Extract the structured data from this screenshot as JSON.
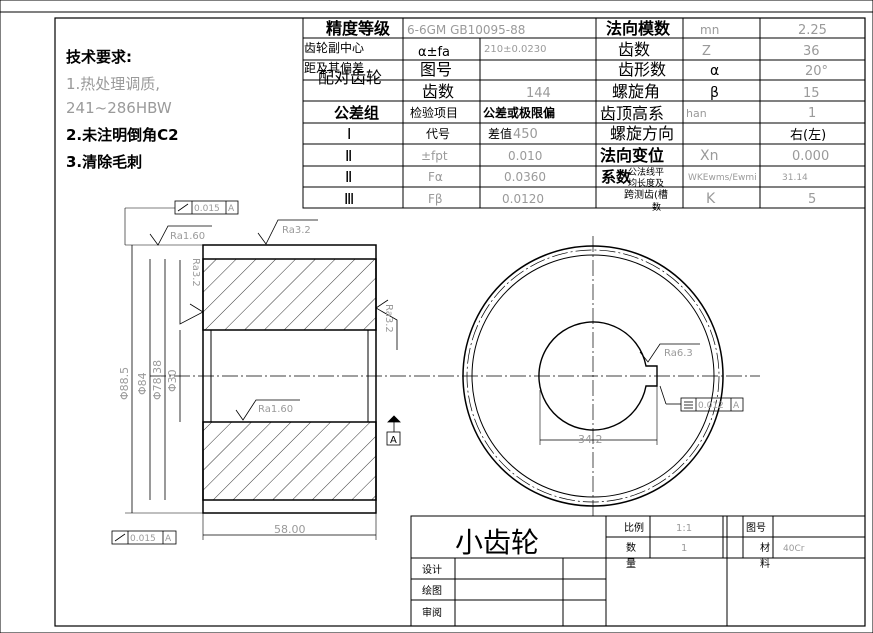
{
  "tech_requirements": {
    "title": "技术要求:",
    "item1": "1.热处理调质,",
    "item1b": "241~286HBW",
    "item2": "2.未注明倒角C2",
    "item3": "3.清除毛刺"
  },
  "param_table": {
    "accuracy_label": "精度等级",
    "accuracy_value": "6-6GM GB10095-88",
    "normal_module_label": "法向模数",
    "normal_module_symbol": "mn",
    "normal_module_value": "2.25",
    "center_dev_label1": "齿轮副中心",
    "center_dev_label2": "距及其偏差",
    "center_dev_symbol": "α±fa",
    "center_dev_value": "210±0.0230",
    "teeth_label": "齿数",
    "teeth_symbol": "Z",
    "teeth_value": "36",
    "mating_label1": "配对齿轮",
    "mating_drawing_label": "图号",
    "mating_teeth_label": "齿数",
    "mating_teeth_value": "144",
    "profile_angle_label": "齿形数",
    "profile_angle_symbol": "α",
    "profile_angle_value": "20°",
    "helix_angle_label": "螺旋角",
    "helix_angle_symbol": "β",
    "helix_angle_value": "15",
    "tol_group_label": "公差组",
    "check_item_label": "检验项目",
    "tol_limit_label": "公差或极限偏",
    "addendum_label": "齿顶高系",
    "addendum_symbol": "han",
    "addendum_value": "1",
    "code_label": "代号",
    "diff_label": "差值",
    "diff_value": "450",
    "helix_dir_label": "螺旋方向",
    "helix_dir_value": "右(左)",
    "shift_label": "法向变位",
    "shift_symbol": "Xn",
    "shift_value": "0.000",
    "shift_label2": "系数",
    "common_normal_label": "公法线平",
    "common_normal_label2": "均长度及",
    "common_normal_symbol": "WKEwms/Ewmi",
    "common_normal_value": "31.14",
    "span_label": "跨测齿(槽",
    "span_label2": "数",
    "span_symbol": "K",
    "span_value": "5",
    "rows": [
      {
        "group": "Ⅰ",
        "code": "",
        "value": ""
      },
      {
        "group": "Ⅱ",
        "code": "±fpt",
        "value": "0.010"
      },
      {
        "group": "Ⅱ",
        "code": "Fα",
        "value": "0.0360"
      },
      {
        "group": "Ⅲ",
        "code": "Fβ",
        "value": "0.0120"
      }
    ]
  },
  "drawing": {
    "runout_top": "0.015",
    "runout_top_datum": "A",
    "runout_bottom": "0.015",
    "runout_bottom_datum": "A",
    "ra_bore": "Ra1.60",
    "ra_top": "Ra3.2",
    "ra_left": "Ra3.2",
    "ra_right": "Ra3.2",
    "ra_inner": "Ra1.60",
    "ra_keyway": "Ra6.3",
    "dim_od": "Φ88.5",
    "dim_root": "Φ84",
    "dim_hub": "Φ78.38",
    "dim_bore": "Φ30",
    "dim_width": "58.00",
    "dim_keyway": "34.2",
    "keyway_tol": "0.012",
    "keyway_datum": "A",
    "datum_label": "A"
  },
  "title_block": {
    "name": "小齿轮",
    "scale_label": "比例",
    "scale_value": "1:1",
    "drawing_no_label": "图号",
    "qty_label": "数",
    "qty_label2": "量",
    "qty_value": "1",
    "material_label": "材",
    "material_label2": "料",
    "material_value": "40Cr",
    "design_label": "设计",
    "draw_label": "绘图",
    "review_label": "审阅"
  }
}
